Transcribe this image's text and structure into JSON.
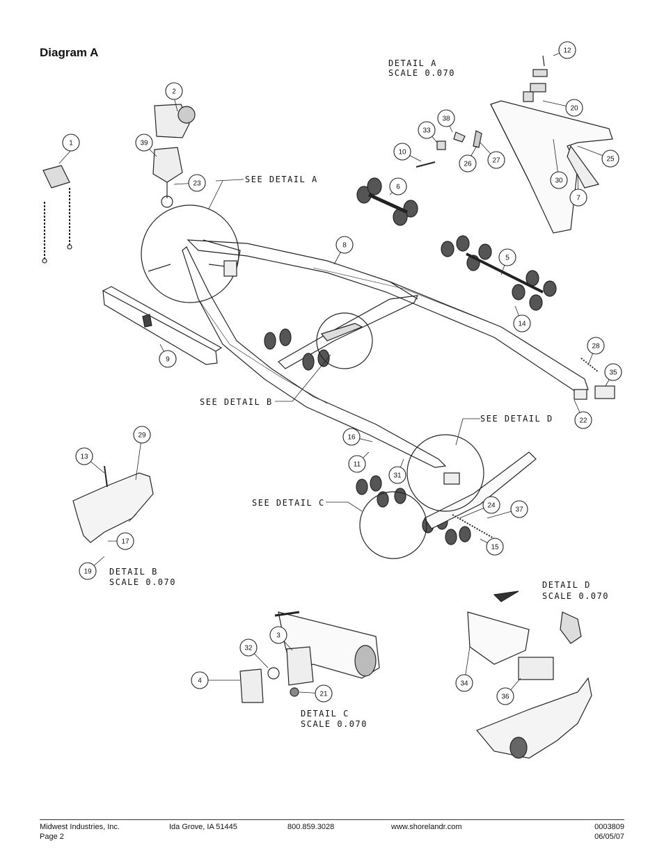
{
  "page": {
    "title": "Diagram A"
  },
  "details": {
    "a": {
      "title": "DETAIL  A",
      "scale": "SCALE  0.070",
      "see": "SEE DETAIL  A"
    },
    "b": {
      "title": "DETAIL  B",
      "scale": "SCALE  0.070",
      "see": "SEE DETAIL  B"
    },
    "c": {
      "title": "DETAIL  C",
      "scale": "SCALE  0.070",
      "see": "SEE DETAIL  C"
    },
    "d": {
      "title": "DETAIL  D",
      "scale": "SCALE  0.070",
      "see": "SEE DETAIL  D"
    }
  },
  "callouts": [
    "1",
    "2",
    "3",
    "4",
    "5",
    "6",
    "7",
    "8",
    "9",
    "10",
    "11",
    "12",
    "13",
    "14",
    "15",
    "16",
    "17",
    "19",
    "20",
    "21",
    "22",
    "23",
    "24",
    "25",
    "26",
    "27",
    "28",
    "29",
    "30",
    "31",
    "32",
    "33",
    "34",
    "35",
    "36",
    "37",
    "38",
    "39"
  ],
  "footer": {
    "company": "Midwest Industries, Inc.",
    "page": "Page 2",
    "address": "Ida Grove, IA 51445",
    "phone": "800.859.3028",
    "website": "www.shorelandr.com",
    "doc_number": "0003809",
    "date": "06/05/07"
  }
}
